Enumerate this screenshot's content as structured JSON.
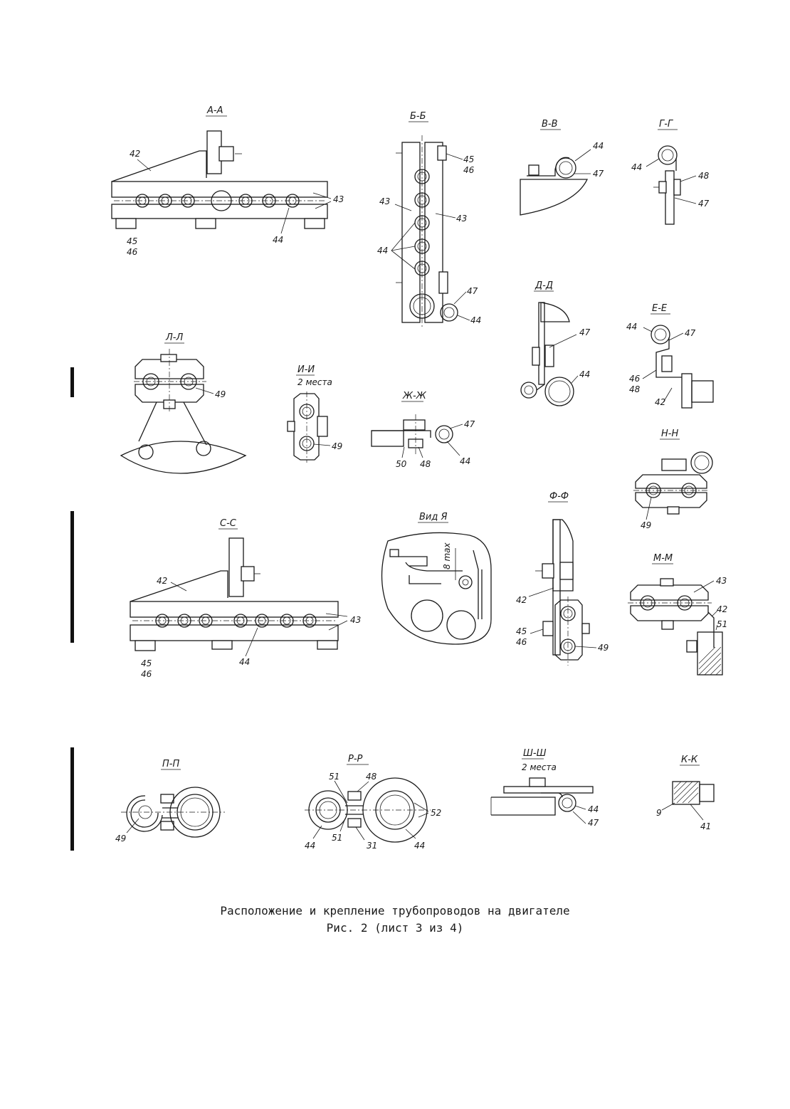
{
  "views": {
    "aa": {
      "title": "А-А",
      "labels": [
        "42",
        "43",
        "44",
        "45",
        "46"
      ]
    },
    "bb": {
      "title": "Б-Б",
      "labels": [
        "45",
        "46",
        "43",
        "43",
        "44",
        "47",
        "44"
      ]
    },
    "vv": {
      "title": "В-В",
      "labels": [
        "44",
        "47"
      ]
    },
    "gg": {
      "title": "Г-Г",
      "labels": [
        "44",
        "48",
        "47"
      ]
    },
    "dd": {
      "title": "Д-Д",
      "labels": [
        "47",
        "44"
      ]
    },
    "ee": {
      "title": "Е-Е",
      "labels": [
        "44",
        "47",
        "46",
        "48",
        "42"
      ]
    },
    "ll": {
      "title": "Л-Л",
      "labels": [
        "49"
      ]
    },
    "ii": {
      "title": "И-И",
      "subtitle": "2 места",
      "labels": [
        "49"
      ]
    },
    "zhzh": {
      "title": "Ж-Ж",
      "labels": [
        "47",
        "50",
        "48",
        "44"
      ]
    },
    "nn": {
      "title": "Н-Н",
      "labels": [
        "49"
      ]
    },
    "ss": {
      "title": "С-С",
      "labels": [
        "42",
        "43",
        "44",
        "45",
        "46"
      ]
    },
    "vid": {
      "title": "Вид Я",
      "dimension": "8 max"
    },
    "ff": {
      "title": "Ф-Ф",
      "labels": [
        "42",
        "45",
        "46",
        "49"
      ]
    },
    "mm": {
      "title": "М-М",
      "labels": [
        "43",
        "42",
        "51"
      ]
    },
    "pp": {
      "title": "П-П",
      "labels": [
        "49"
      ]
    },
    "rr": {
      "title": "Р-Р",
      "labels": [
        "51",
        "48",
        "52",
        "44",
        "51",
        "31",
        "44"
      ]
    },
    "shsh": {
      "title": "Ш-Ш",
      "subtitle": "2 места",
      "labels": [
        "44",
        "47"
      ]
    },
    "kk": {
      "title": "К-К",
      "labels": [
        "9",
        "41"
      ]
    }
  },
  "caption": {
    "line1": "Расположение и крепление трубопроводов на двигателе",
    "line2": "Рис. 2 (лист 3 из 4)"
  }
}
